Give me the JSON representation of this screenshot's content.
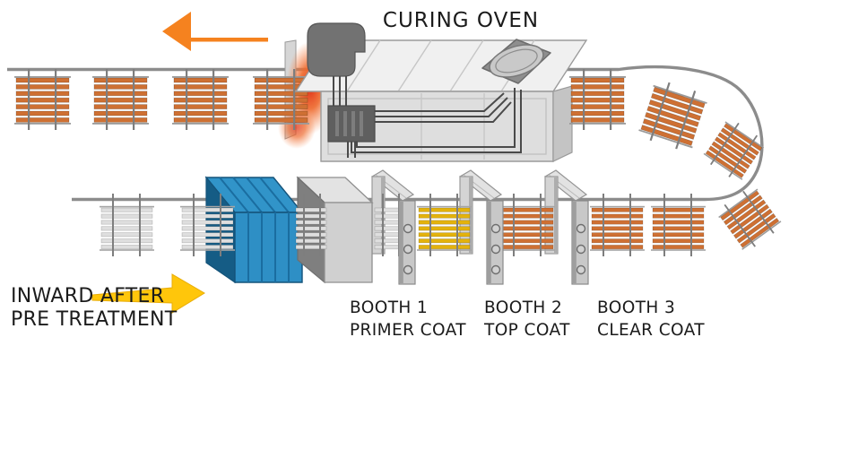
{
  "labels": {
    "curing_oven": "CURING OVEN",
    "inward_line1": "INWARD AFTER",
    "inward_line2": "PRE TREATMENT"
  },
  "booths": [
    {
      "name": "BOOTH 1",
      "coat": "PRIMER COAT"
    },
    {
      "name": "BOOTH 2",
      "coat": "TOP COAT"
    },
    {
      "name": "BOOTH 3",
      "coat": "CLEAR COAT"
    }
  ],
  "colors": {
    "conveyor_gray": "#8C8C8C",
    "parts_orange": "#CE7033",
    "parts_yellow": "#E3B20D",
    "parts_untreated": "#DEDEDE",
    "booth_blue": "#2E8FC5",
    "booth_blue_dark": "#155C85",
    "flow_arrow_orange": "#F5821F",
    "inward_arrow_yellow": "#FFC60B",
    "oven_glow_red": "#E03318",
    "structure_gray": "#D0D0D0",
    "text_black": "#1B1B1B"
  }
}
